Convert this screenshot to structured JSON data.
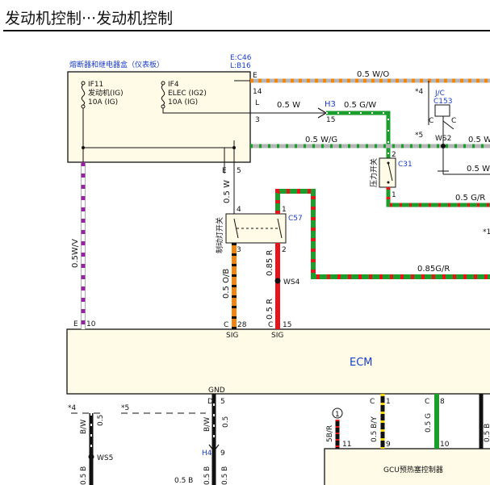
{
  "title": "发动机控制···发动机控制",
  "colors": {
    "ecm_fill": "#fffbe6",
    "wire_orange": "#f0850f",
    "wire_green": "#1b9e2c",
    "wire_red": "#e8141c",
    "wire_purple": "#9b1fa8",
    "wire_black": "#111111",
    "wire_gray": "#b5b5b5",
    "label_blue": "#1a3cc7"
  },
  "fuse_box": {
    "title": "熔断器和继电器盒（仪表板）",
    "connector_e": "E:C46",
    "connector_l": "L:B16",
    "fuse1": {
      "id": "IF11",
      "name": "发动机(IG)",
      "amp": "10A (IG)"
    },
    "fuse2": {
      "id": "IF4",
      "name": "ELEC (IG2)",
      "amp": "10A (IG)"
    },
    "pins": {
      "e": "E",
      "p14": "14",
      "l": "L",
      "p3": "3",
      "bottom_e": "E",
      "p5": "5"
    }
  },
  "wires": {
    "w_o": "0.5 W/O",
    "w": "0.5 W",
    "g_w": "0.5 G/W",
    "w_g": "0.5 W/G",
    "w_right": "0.5 W",
    "w_right2": "0.5 W",
    "g_r": "0.5 G/R",
    "g_r_long": "0.85G/R",
    "w_v": "0.5W/V",
    "w_vertical": "0.5 W",
    "o_b": "0.5 O/B",
    "r_085": "0.85 R",
    "r_05": "0.5 R",
    "b_w1": "B/W",
    "b_w1_size": "0.5",
    "b_w2": "B/W",
    "b_w2_size": "0.5",
    "b_bottom1": "0.5 B",
    "b_bottom2": "0.5 B",
    "b_bottom3": "0.5 B",
    "b_bottom_left": "0.5 B",
    "br": "5B/R",
    "b_y": "0.5 B/Y",
    "g": "0.5 G",
    "b_right": "0.5 B"
  },
  "connectors": {
    "h3": "H3",
    "h3_pin": "15",
    "jc": "J/C",
    "c153": "C153",
    "c_left": "C",
    "c_right": "C",
    "c31": "C31",
    "pressure_switch": "压力开关",
    "c31_pin1": "1",
    "c31_pin2": "2",
    "c57": "C57",
    "brake_switch": "制动灯开关",
    "c57_pin1": "1",
    "c57_pin2": "2",
    "c57_pin3": "3",
    "c57_pin4": "4",
    "ws2": "WS2",
    "ws4": "WS4",
    "ws5": "WS5",
    "h4": "H4",
    "h4_pin": "9",
    "star4": "*4",
    "star5": "*5",
    "star4_b": "*4",
    "star5_b": "*5",
    "star1": "*1",
    "circle1": "1"
  },
  "ecm": {
    "label": "ECM",
    "pin_e": "E",
    "pin_10": "10",
    "pin_c_28": "C",
    "pin_28": "28",
    "pin_c_15": "C",
    "pin_15": "15",
    "sig1": "SIG",
    "sig2": "SIG",
    "gnd": "GND",
    "pin_d": "D",
    "pin_5": "5",
    "pin_c1": "C",
    "pin_1": "1",
    "pin_c8": "C",
    "pin_8": "8",
    "pin_11": "11",
    "pin_9": "9",
    "pin_10b": "10"
  },
  "gcu": {
    "label": "GCU预热塞控制器"
  }
}
